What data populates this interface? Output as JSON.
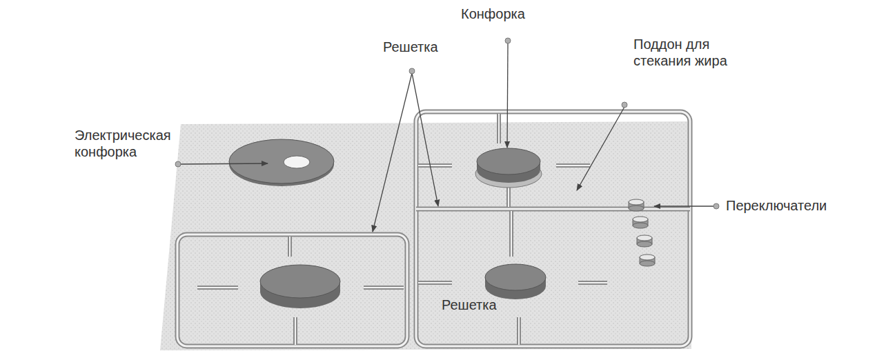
{
  "diagram": {
    "labels": [
      "Конфорка",
      "Решетка",
      "Поддон для стекания жира",
      "Электрическая конфорка",
      "Переключатели",
      "Решетка"
    ]
  }
}
